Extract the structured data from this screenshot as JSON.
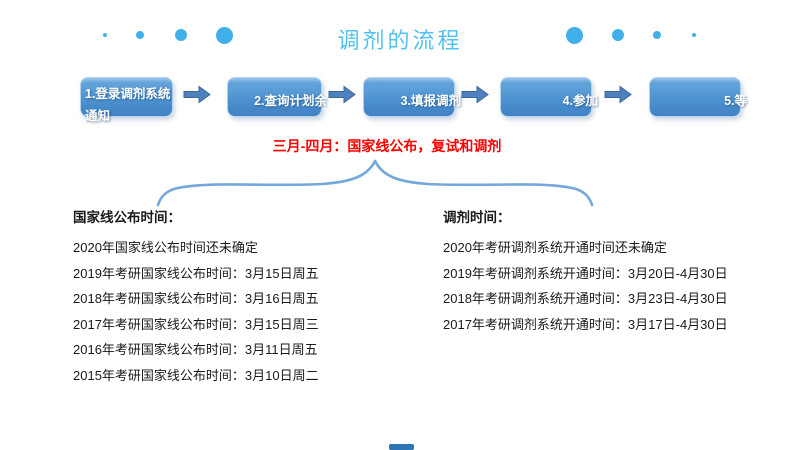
{
  "slide": {
    "title": "调剂的流程"
  },
  "flow": {
    "steps": [
      {
        "line1": "1.登录调剂系统",
        "line2": "通知"
      },
      {
        "label": "2.查询计划余"
      },
      {
        "label": "3.填报调剂"
      },
      {
        "label": "4.参加"
      },
      {
        "label": "5.等"
      }
    ]
  },
  "callout": {
    "text": "三月-四月：国家线公布，复试和调剂"
  },
  "left_column": {
    "header": "国家线公布时间：",
    "items": [
      "2020年国家线公布时间还未确定",
      "2019年考研国家线公布时间：3月15日周五",
      "2018年考研国家线公布时间：3月16日周五",
      "2017年考研国家线公布时间：3月15日周三",
      "2016年考研国家线公布时间：3月11日周五",
      "2015年考研国家线公布时间：3月10日周二"
    ]
  },
  "right_column": {
    "header": "调剂时间：",
    "items": [
      "2020年考研调剂系统开通时间还未确定",
      "2019年考研调剂系统开通时间：3月20日-4月30日",
      "2018年考研调剂系统开通时间：3月23日-4月30日",
      "2017年考研调剂系统开通时间：3月17日-4月30日"
    ]
  },
  "icons": {
    "flow_arrow": "block-arrow-right",
    "brace": "wide-downward-curly-brace",
    "dots": "decorative-dot-row"
  },
  "colors": {
    "title": "#53c1f0",
    "dot": "#41b0e9",
    "box_fill": "#4e93d0",
    "arrow": "#4e81bd",
    "callout": "#ff0000",
    "brace": "#74a7db",
    "body_text": "#1a1a1a",
    "bottom_bar": "#2e75b6"
  }
}
